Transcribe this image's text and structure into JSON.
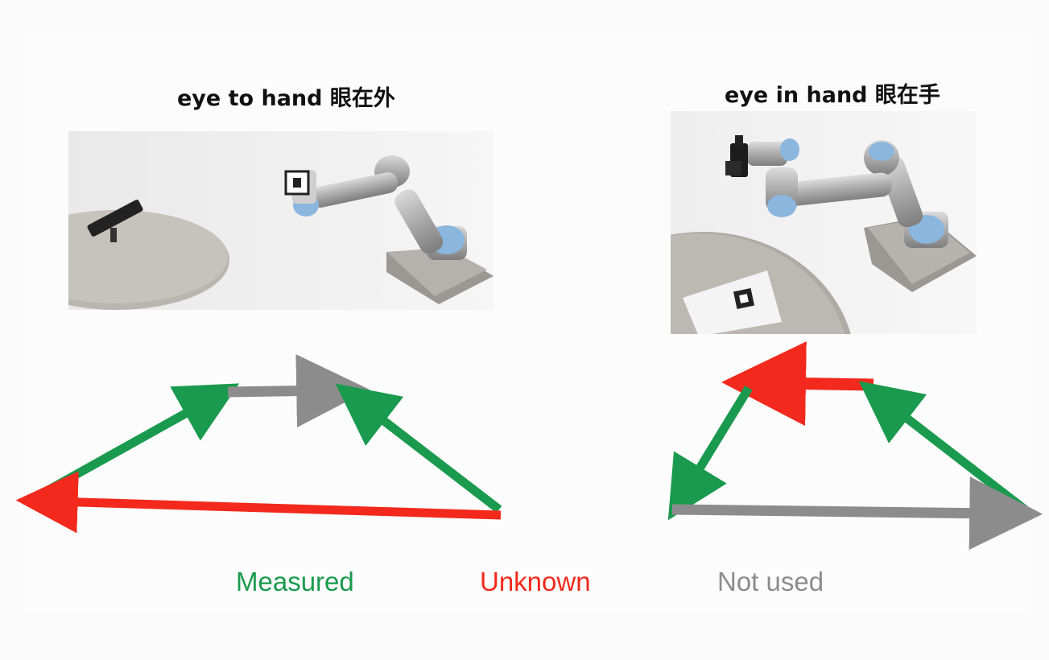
{
  "titles": {
    "left": "eye to hand 眼在外",
    "right": "eye in hand 眼在手"
  },
  "legend": {
    "measured": "Measured",
    "unknown": "Unknown",
    "not_used": "Not used"
  },
  "colors": {
    "measured": "#1a9a4e",
    "unknown": "#f2291c",
    "not_used": "#8c8c8c",
    "title": "#111111"
  }
}
